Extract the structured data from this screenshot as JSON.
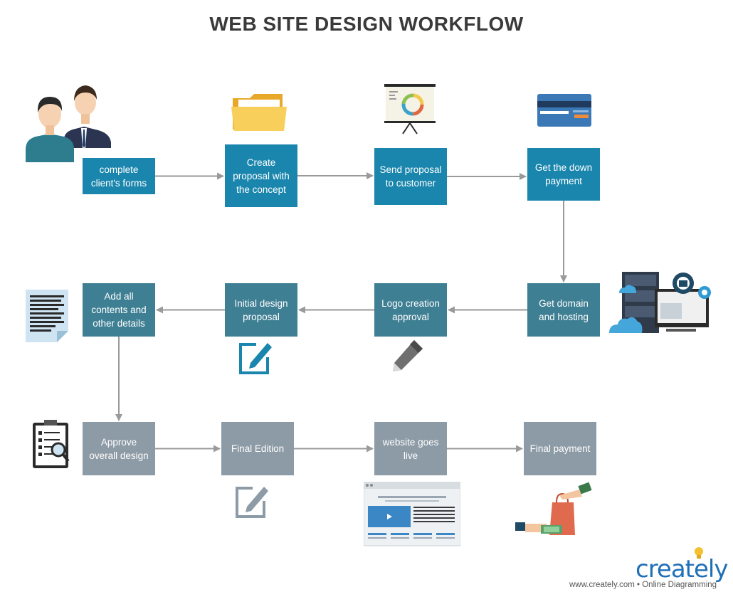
{
  "title": "WEB SITE DESIGN WORKFLOW",
  "nodes": {
    "n1": "complete client's forms",
    "n2": "Create proposal with the concept",
    "n3": "Send proposal to customer",
    "n4": "Get the down payment",
    "n5": "Get domain and hosting",
    "n6": "Logo creation approval",
    "n7": "Initial design proposal",
    "n8": "Add all contents and other details",
    "n9": "Approve overall design",
    "n10": "Final Edition",
    "n11": "website goes live",
    "n12": "Final payment"
  },
  "edges": [
    [
      "n1",
      "n2"
    ],
    [
      "n2",
      "n3"
    ],
    [
      "n3",
      "n4"
    ],
    [
      "n4",
      "n5"
    ],
    [
      "n5",
      "n6"
    ],
    [
      "n6",
      "n7"
    ],
    [
      "n7",
      "n8"
    ],
    [
      "n8",
      "n9"
    ],
    [
      "n9",
      "n10"
    ],
    [
      "n10",
      "n11"
    ],
    [
      "n11",
      "n12"
    ]
  ],
  "branding": {
    "logo_text": "creately",
    "footer": "www.creately.com • Online Diagramming"
  },
  "colors": {
    "row1": "#1a86ad",
    "row2": "#3e7f93",
    "row3": "#8d9ba6",
    "arrow": "#9a9a9a"
  }
}
